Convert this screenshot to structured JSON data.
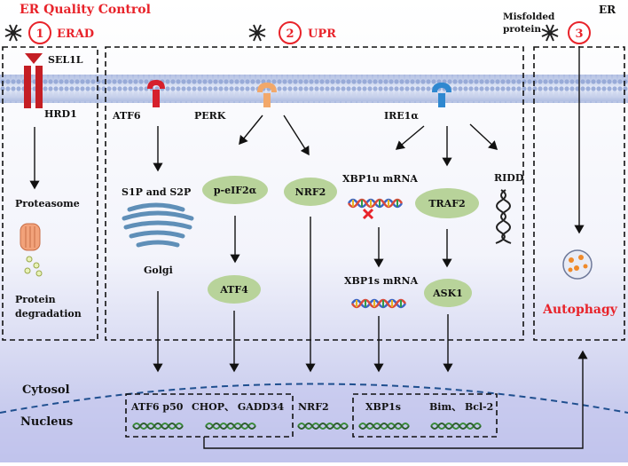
{
  "title": "ER Quality Control",
  "er_label": "ER",
  "misfolded": {
    "line1": "Misfolded",
    "line2": "protein"
  },
  "sections": [
    {
      "number": "1",
      "name": "ERAD"
    },
    {
      "number": "2",
      "name": "UPR"
    },
    {
      "number": "3",
      "name": ""
    }
  ],
  "erad": {
    "sel1l": "SEL1L",
    "hrd1": "HRD1",
    "proteasome": "Proteasome",
    "degradation_line1": "Protein",
    "degradation_line2": "degradation"
  },
  "upr": {
    "atf6": "ATF6",
    "perk": "PERK",
    "ire1a": "IRE1α",
    "s1p_s2p": "S1P and S2P",
    "golgi": "Golgi",
    "p_eif2a": "p-eIF2α",
    "atf4": "ATF4",
    "nrf2": "NRF2",
    "xbp1u": "XBP1u mRNA",
    "xbp1s_mrna": "XBP1s mRNA",
    "traf2": "TRAF2",
    "ask1": "ASK1",
    "ridd": "RIDD"
  },
  "autophagy": "Autophagy",
  "cytosol": "Cytosol",
  "nucleus": "Nucleus",
  "nuclear_genes": {
    "atf6p50": "ATF6 p50",
    "chop": "CHOP、 GADD34",
    "nrf2": "NRF2",
    "xbp1s": "XBP1s",
    "bim": "Bim、 Bcl-2"
  },
  "colors": {
    "accent_red": "#e8232a",
    "pill_green": "#b8d39a",
    "membrane": "#b8c6e6",
    "atf6_receptor": "#d6202c",
    "perk_receptor": "#f2a86a",
    "ire1_receptor": "#2f88d0"
  }
}
